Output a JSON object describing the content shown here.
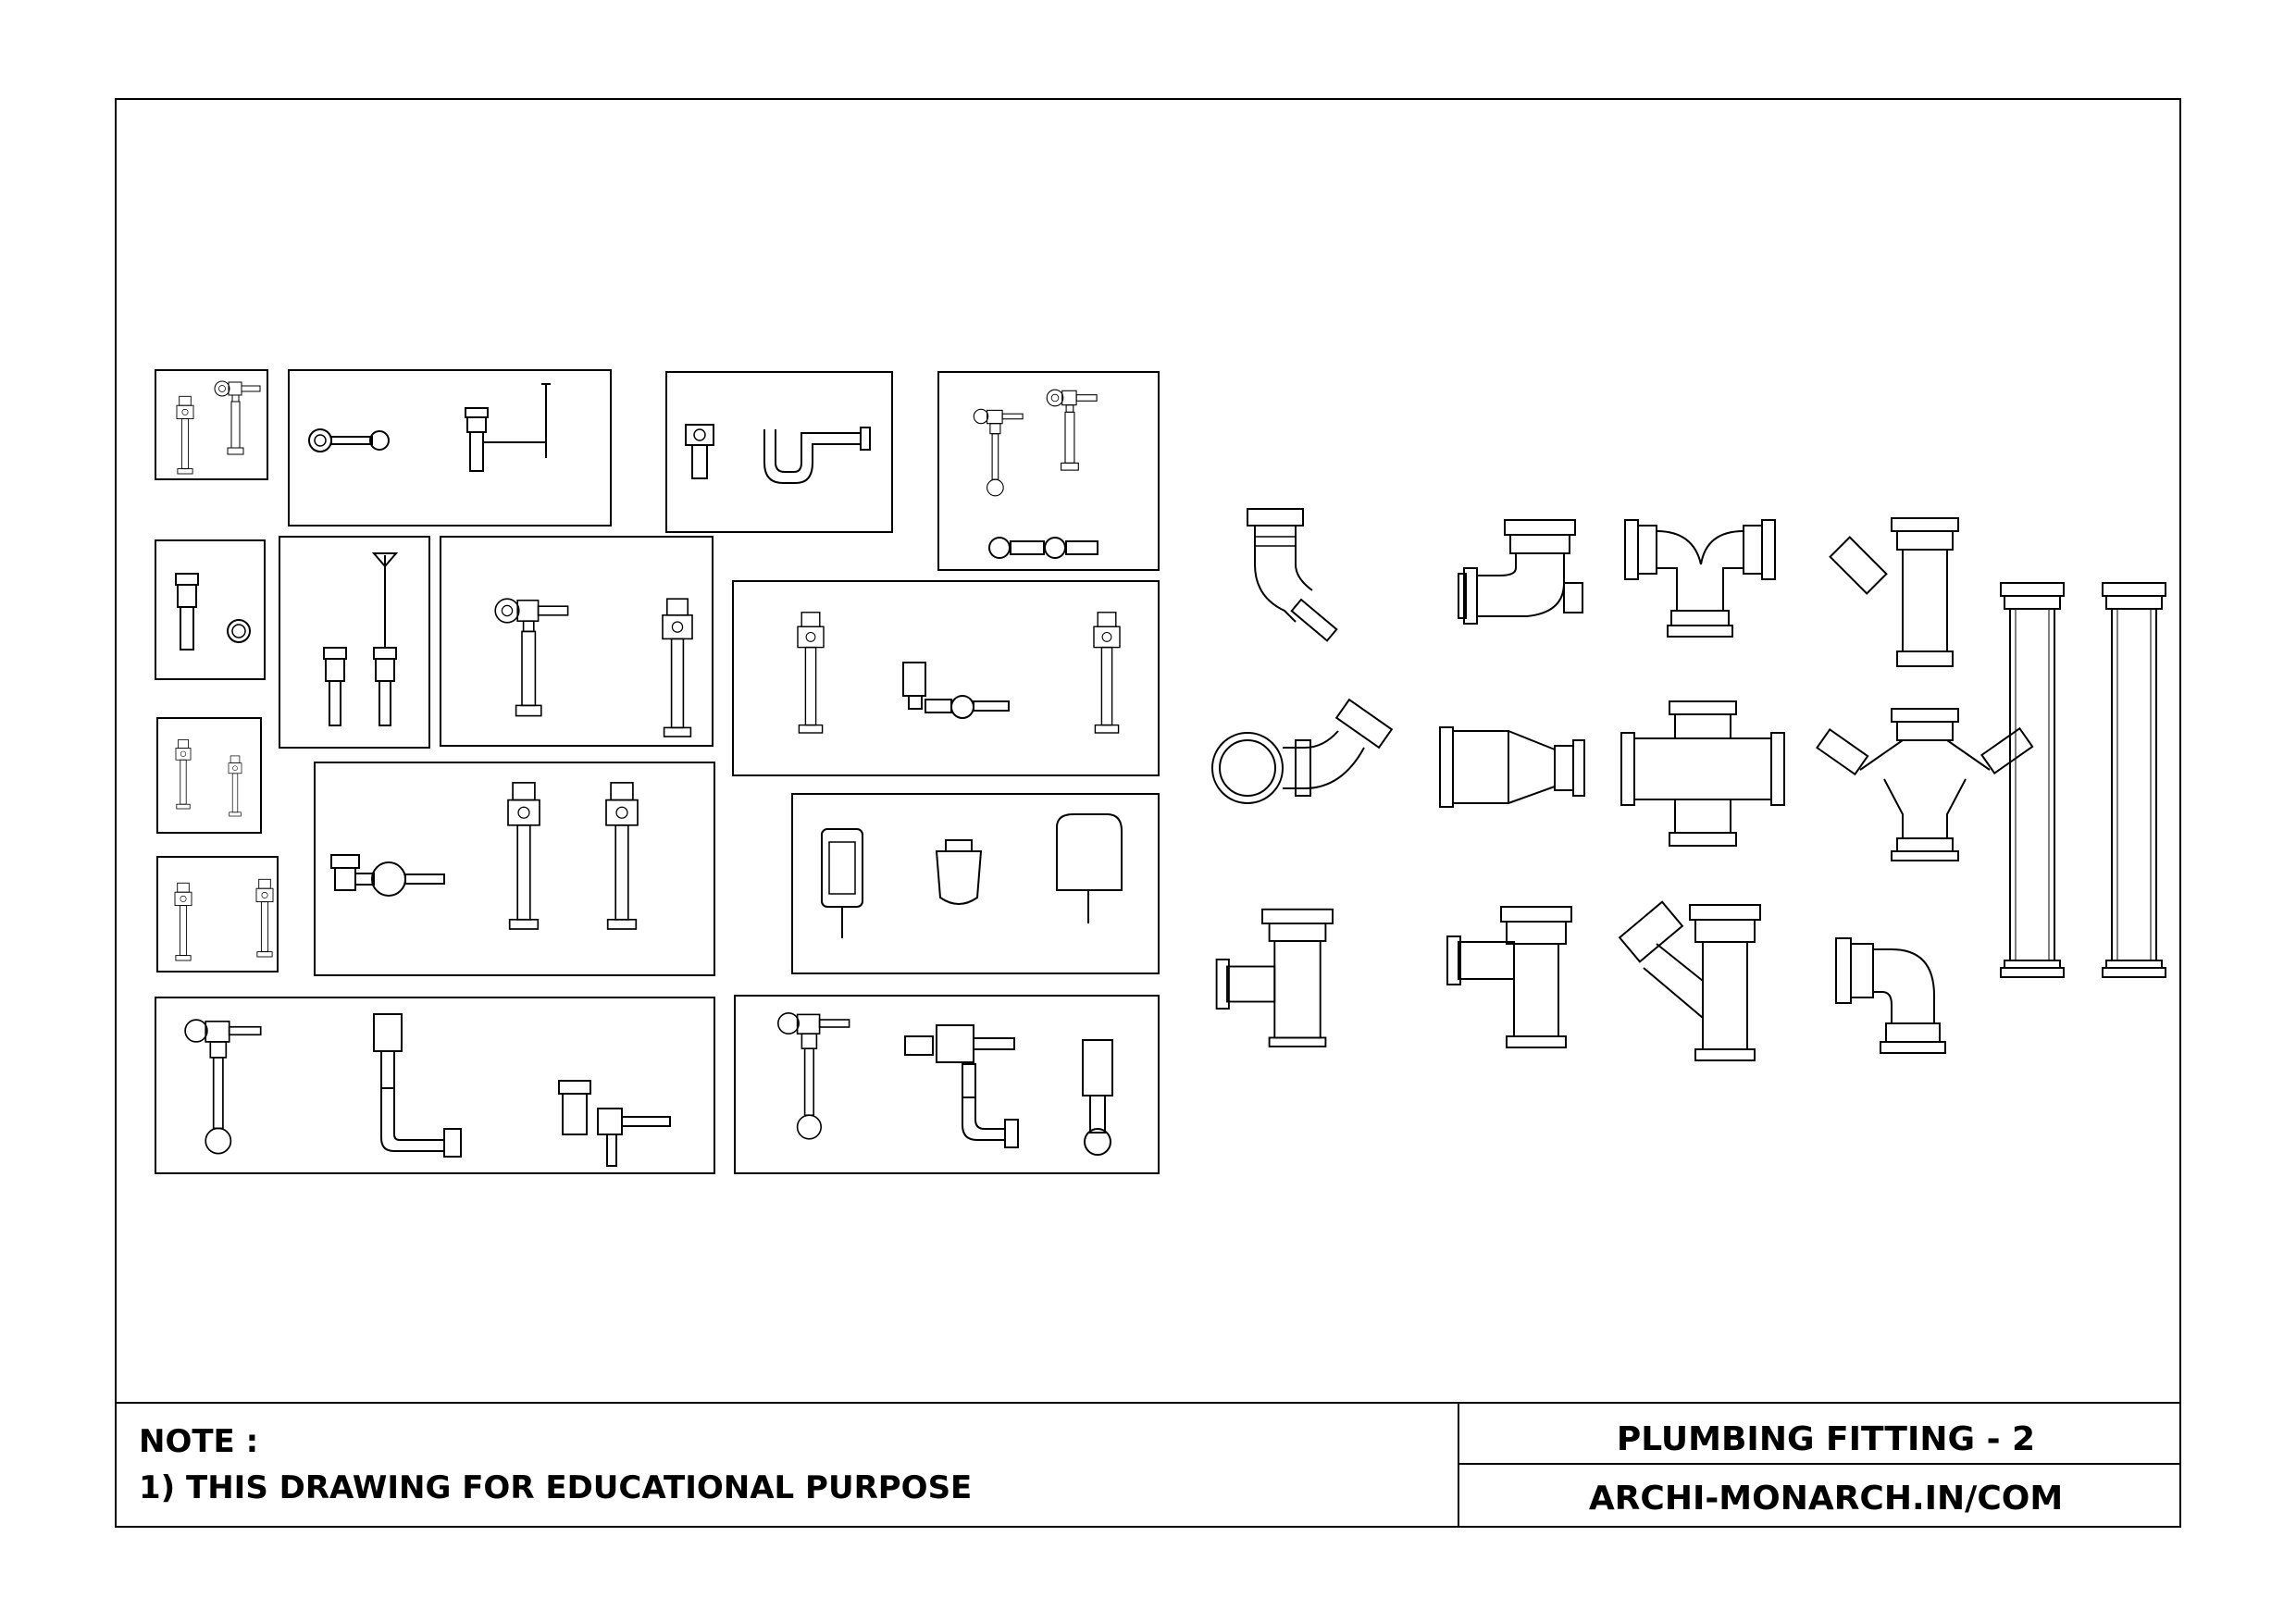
{
  "title_block": {
    "note_heading": "NOTE :",
    "note_line_1": "1) THIS DRAWING FOR EDUCATIONAL PURPOSE",
    "sheet_title": "PLUMBING FITTING - 2",
    "website": "ARCHI-MONARCH.IN/COM"
  },
  "drawing": {
    "line_color": "#000000",
    "background": "#ffffff",
    "symbol_groups": [
      {
        "name": "flush-valve-pair-1",
        "symbols": [
          "flush-valve-front-icon",
          "flush-valve-side-icon"
        ]
      },
      {
        "name": "waste-drain-set",
        "symbols": [
          "drain-plug-chain-icon",
          "pop-up-waste-icon"
        ]
      },
      {
        "name": "p-trap-set",
        "symbols": [
          "tailpiece-icon",
          "p-trap-icon"
        ]
      },
      {
        "name": "flush-valve-set-4",
        "symbols": [
          "flush-valve-top-icon",
          "flush-valve-vertical-icon",
          "flush-valve-plan-icon"
        ]
      },
      {
        "name": "drain-tailpiece-set",
        "symbols": [
          "strainer-tailpiece-icon",
          "drain-plan-icon"
        ]
      },
      {
        "name": "pop-up-rod-set",
        "symbols": [
          "pop-up-rod-icon",
          "drain-assembly-icon",
          "drain-assembly-icon"
        ]
      },
      {
        "name": "flush-valve-set-7",
        "symbols": [
          "flush-valve-handle-icon",
          "flush-valve-side-icon"
        ]
      },
      {
        "name": "flush-valve-set-8",
        "symbols": [
          "flush-valve-riser-icon",
          "flush-valve-horizontal-icon",
          "flush-valve-side-riser-icon"
        ]
      },
      {
        "name": "valve-pair-9",
        "symbols": [
          "valve-front-icon",
          "valve-side-icon"
        ]
      },
      {
        "name": "flush-valve-set-10",
        "symbols": [
          "flush-valve-horizontal-icon",
          "flush-valve-riser-icon",
          "flush-valve-riser-icon"
        ]
      },
      {
        "name": "valve-pair-11",
        "symbols": [
          "valve-handle-icon",
          "valve-side-icon"
        ]
      },
      {
        "name": "sensor-unit-set",
        "symbols": [
          "sensor-box-icon",
          "sensor-cap-icon",
          "sensor-housing-icon"
        ]
      },
      {
        "name": "flush-valve-set-13",
        "symbols": [
          "flush-valve-ball-icon",
          "flush-valve-offset-icon",
          "flush-valve-horizontal-icon"
        ]
      },
      {
        "name": "flush-valve-set-14",
        "symbols": [
          "flush-valve-ball-icon",
          "flush-valve-offset-icon",
          "flush-valve-loop-icon"
        ]
      }
    ],
    "pipe_fittings": [
      "45-degree-elbow-icon",
      "90-degree-elbow-with-port-icon",
      "sanitary-tee-double-icon",
      "wye-branch-icon",
      "straight-pipe-long-icon",
      "straight-pipe-long-icon",
      "street-elbow-icon",
      "reducer-icon",
      "cross-icon",
      "double-wye-icon",
      "tee-side-inlet-icon",
      "tee-icon",
      "wye-45-icon",
      "90-degree-elbow-icon"
    ]
  }
}
